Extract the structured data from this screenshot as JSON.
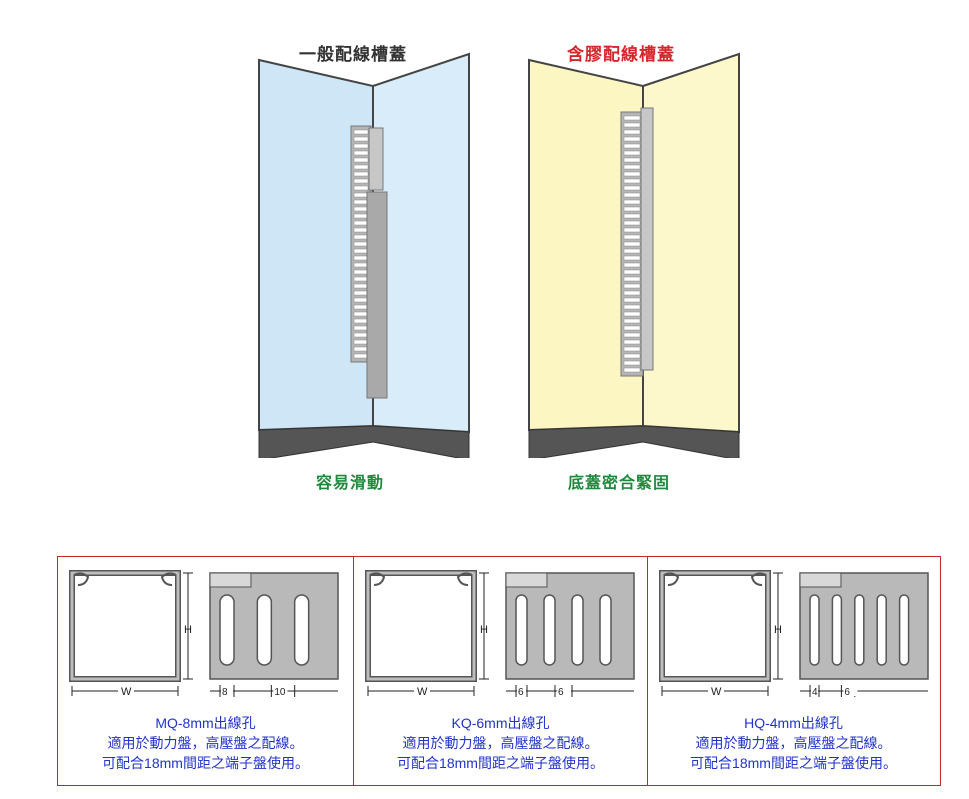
{
  "colors": {
    "title_normal": "#333333",
    "title_glue": "#d6262b",
    "caption": "#1f8a3e",
    "panel_blue": "#cfe6f7",
    "panel_yellow": "#fbf6c2",
    "base": "#555555",
    "duct": "#bfbfbf",
    "frame": "#c9252c",
    "desc": "#2233cc"
  },
  "panels": [
    {
      "title": "一般配線槽蓋",
      "caption": "容易滑動"
    },
    {
      "title": "含膠配線槽蓋",
      "caption": "底蓋密合緊固"
    }
  ],
  "profiles": [
    {
      "model": "MQ-8mm出線孔",
      "line1": "適用於動力盤，高壓盤之配線。",
      "line2": "可配合18mm間距之端子盤使用。",
      "dim_h": "H",
      "dim_w": "W",
      "dim_hole": "8",
      "dim_gap": "10",
      "slots": 3
    },
    {
      "model": "KQ-6mm出線孔",
      "line1": "適用於動力盤，高壓盤之配線。",
      "line2": "可配合18mm間距之端子盤使用。",
      "dim_h": "H",
      "dim_w": "W",
      "dim_hole": "6",
      "dim_gap": "6",
      "slots": 4
    },
    {
      "model": "HQ-4mm出線孔",
      "line1": "適用於動力盤，高壓盤之配線。",
      "line2": "可配合18mm間距之端子盤使用。",
      "dim_h": "H",
      "dim_w": "W",
      "dim_hole": "4",
      "dim_gap": "6",
      "slots": 5
    }
  ]
}
